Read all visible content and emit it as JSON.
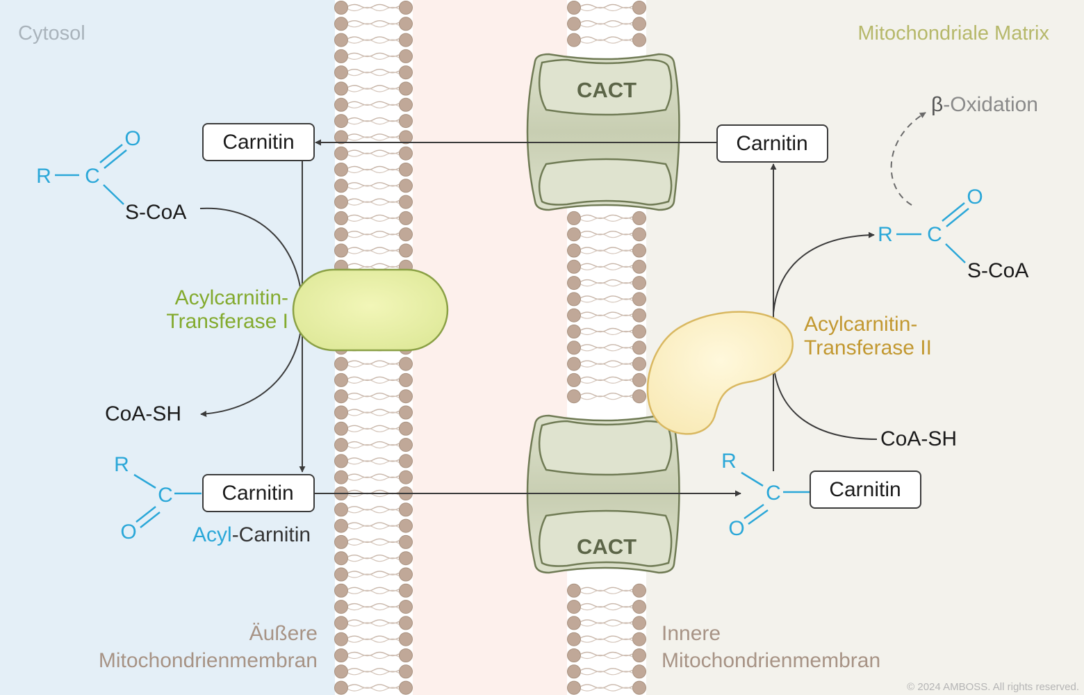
{
  "regions": {
    "cytosol": "Cytosol",
    "matrix": "Mitochondriale Matrix",
    "outer_membrane": [
      "Äußere",
      "Mitochondrienmembran"
    ],
    "inner_membrane": [
      "Innere",
      "Mitochondrienmembran"
    ]
  },
  "transporter": {
    "top_label": "CACT",
    "bottom_label": "CACT"
  },
  "enzymes": {
    "cpt1": [
      "Acylcarnitin-",
      "Transferase I"
    ],
    "cpt2": [
      "Acylcarnitin-",
      "Transferase II"
    ]
  },
  "molecules": {
    "carnitin_cytosol_top": "Carnitin",
    "carnitin_cytosol_bottom": "Carnitin",
    "carnitin_matrix_top": "Carnitin",
    "carnitin_matrix_bottom": "Carnitin",
    "acyl_coa_cytosol": {
      "r": "R",
      "c": "C",
      "o": "O",
      "scoa": "S-CoA"
    },
    "acyl_coa_matrix": {
      "r": "R",
      "c": "C",
      "o": "O",
      "scoa": "S-CoA"
    },
    "acylcarnitin_cytosol": {
      "r": "R",
      "c": "C",
      "o": "O"
    },
    "acylcarnitin_matrix": {
      "r": "R",
      "c": "C",
      "o": "O"
    },
    "coash_cytosol": "CoA-SH",
    "coash_matrix": "CoA-SH",
    "acylcarnitin_caption": {
      "acyl": "Acyl",
      "rest": "-Carnitin"
    }
  },
  "pathway": {
    "beta_symbol": "β",
    "beta_rest": "-Oxidation"
  },
  "copyright": "© 2024 AMBOSS. All rights reserved.",
  "colors": {
    "cytosol_bg": "#e4eff7",
    "intermembrane_bg": "#fdf0ec",
    "matrix_bg": "#f3f2ec",
    "lipid_head": "#c0a898",
    "cact_fill": "#d3d8c0",
    "cact_stroke": "#6f7a54",
    "cpt1_fill": "#e6eea4",
    "cpt1_stroke": "#8aa045",
    "cpt2_fill": "#fbefc2",
    "cpt2_stroke": "#d9b861",
    "chem_blue": "#2aa7d8",
    "cpt1_label": "#83aa2e",
    "cpt2_label": "#c29830",
    "region_gray": "#a9b3bb",
    "region_olive": "#b6b86a",
    "membrane_label": "#a79385"
  }
}
